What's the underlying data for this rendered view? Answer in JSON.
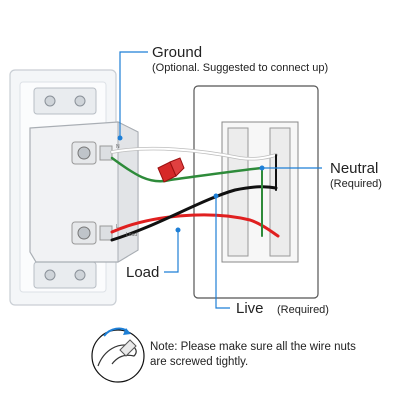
{
  "labels": {
    "ground": "Ground",
    "ground_note": "(Optional. Suggested to connect up)",
    "neutral": "Neutral",
    "neutral_note": "(Required)",
    "load": "Load",
    "live": "Live",
    "live_note": "(Required)"
  },
  "note": {
    "line1": "Note: Please make sure all the wire nuts",
    "line2": "are screwed tightly."
  },
  "device_marks": {
    "top_left": "N",
    "bottom_left": "L",
    "bottom_right": "Load"
  },
  "colors": {
    "accent_blue": "#1e7fd6",
    "wire_red": "#e02020",
    "wire_black": "#111111",
    "wire_green": "#2e8b3a",
    "wire_white": "#d8d8d8"
  }
}
